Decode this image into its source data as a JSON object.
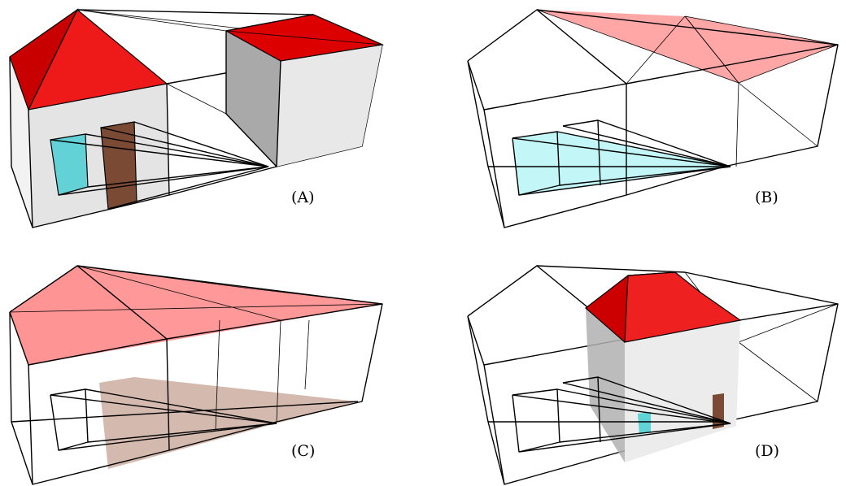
{
  "panels": [
    {
      "id": "A",
      "caption": "(A)"
    },
    {
      "id": "B",
      "caption": "(B)"
    },
    {
      "id": "C",
      "caption": "(C)"
    },
    {
      "id": "D",
      "caption": "(D)"
    }
  ],
  "colors": {
    "roof": "#e00000",
    "roof_transparent": "#ff6b6b",
    "wall": "#e6e6e6",
    "window": "#5fd3d6",
    "door": "#7a4a35",
    "line": "#000000"
  }
}
